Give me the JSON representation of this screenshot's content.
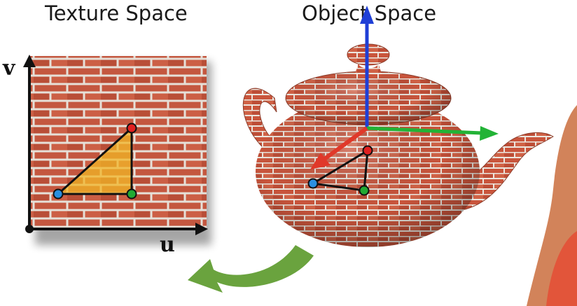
{
  "titles": {
    "texture_space": "Texture Space",
    "object_space": "Object Space"
  },
  "axes": {
    "u": "u",
    "v": "v"
  },
  "colors": {
    "brick": "#c4573f",
    "mortar": "#e6e0d8",
    "triangle_fill": "#f2b526",
    "vertex_red": "#e02020",
    "vertex_green": "#22aa33",
    "vertex_blue": "#2a8fe0",
    "axis_x": "#e0392a",
    "axis_y": "#22b336",
    "axis_z": "#1f3fd6",
    "arrow": "#6aa33e"
  },
  "icons": {
    "mapping_arrow": "curved-arrow-icon"
  }
}
